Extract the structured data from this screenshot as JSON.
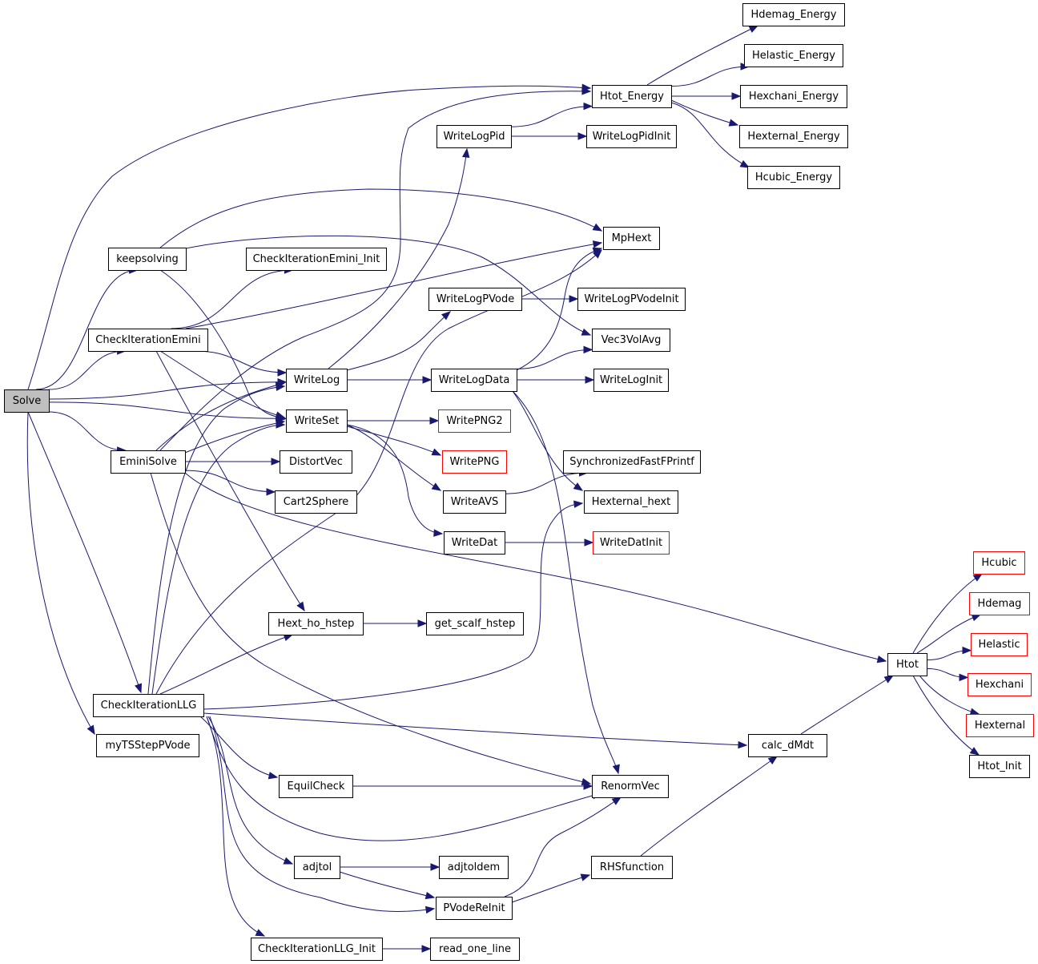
{
  "graph": {
    "colors": {
      "edge": "#191970",
      "node_border": "#000000",
      "truncated_border": "#ff0000",
      "root_fill": "#bfbfbf",
      "background": "#ffffff"
    },
    "nodes": [
      {
        "id": "Solve",
        "label": "Solve",
        "style": "root"
      },
      {
        "id": "Htot_Energy",
        "label": "Htot_Energy"
      },
      {
        "id": "keepsolving",
        "label": "keepsolving"
      },
      {
        "id": "CheckIterationEmini",
        "label": "CheckIterationEmini"
      },
      {
        "id": "WriteLog",
        "label": "WriteLog"
      },
      {
        "id": "WriteSet",
        "label": "WriteSet"
      },
      {
        "id": "EminiSolve",
        "label": "EminiSolve"
      },
      {
        "id": "CheckIterationLLG",
        "label": "CheckIterationLLG"
      },
      {
        "id": "myTSStepPVode",
        "label": "myTSStepPVode"
      },
      {
        "id": "Hdemag_Energy",
        "label": "Hdemag_Energy"
      },
      {
        "id": "Helastic_Energy",
        "label": "Helastic_Energy"
      },
      {
        "id": "Hexchani_Energy",
        "label": "Hexchani_Energy"
      },
      {
        "id": "Hexternal_Energy",
        "label": "Hexternal_Energy"
      },
      {
        "id": "Hcubic_Energy",
        "label": "Hcubic_Energy"
      },
      {
        "id": "MpHext",
        "label": "MpHext"
      },
      {
        "id": "Vec3VolAvg",
        "label": "Vec3VolAvg"
      },
      {
        "id": "CheckIterationEmini_Init",
        "label": "CheckIterationEmini_Init"
      },
      {
        "id": "Hext_ho_hstep",
        "label": "Hext_ho_hstep"
      },
      {
        "id": "WriteLogPid",
        "label": "WriteLogPid"
      },
      {
        "id": "WriteLogPVode",
        "label": "WriteLogPVode"
      },
      {
        "id": "WriteLogData",
        "label": "WriteLogData"
      },
      {
        "id": "WritePNG2",
        "label": "WritePNG2",
        "style": "truncated"
      },
      {
        "id": "WritePNG",
        "label": "WritePNG",
        "style": "truncated"
      },
      {
        "id": "WriteAVS",
        "label": "WriteAVS"
      },
      {
        "id": "WriteDat",
        "label": "WriteDat"
      },
      {
        "id": "DistortVec",
        "label": "DistortVec"
      },
      {
        "id": "Cart2Sphere",
        "label": "Cart2Sphere"
      },
      {
        "id": "Htot",
        "label": "Htot"
      },
      {
        "id": "RenormVec",
        "label": "RenormVec"
      },
      {
        "id": "calc_dMdt",
        "label": "calc_dMdt"
      },
      {
        "id": "EquilCheck",
        "label": "EquilCheck"
      },
      {
        "id": "adjtol",
        "label": "adjtol"
      },
      {
        "id": "PVodeReInit",
        "label": "PVodeReInit"
      },
      {
        "id": "CheckIterationLLG_Init",
        "label": "CheckIterationLLG_Init"
      },
      {
        "id": "WriteLogPidInit",
        "label": "WriteLogPidInit"
      },
      {
        "id": "WriteLogPVodeInit",
        "label": "WriteLogPVodeInit"
      },
      {
        "id": "WriteLogInit",
        "label": "WriteLogInit"
      },
      {
        "id": "Hexternal_hext",
        "label": "Hexternal_hext"
      },
      {
        "id": "SynchronizedFastFPrintf",
        "label": "SynchronizedFastFPrintf"
      },
      {
        "id": "WriteDatInit",
        "label": "WriteDatInit",
        "style": "truncated"
      },
      {
        "id": "get_scalf_hstep",
        "label": "get_scalf_hstep"
      },
      {
        "id": "adjtoldem",
        "label": "adjtoldem"
      },
      {
        "id": "read_one_line",
        "label": "read_one_line"
      },
      {
        "id": "RHSfunction",
        "label": "RHSfunction"
      },
      {
        "id": "Hcubic",
        "label": "Hcubic",
        "style": "truncated"
      },
      {
        "id": "Hdemag",
        "label": "Hdemag",
        "style": "truncated"
      },
      {
        "id": "Helastic",
        "label": "Helastic",
        "style": "truncated"
      },
      {
        "id": "Hexchani",
        "label": "Hexchani",
        "style": "truncated"
      },
      {
        "id": "Hexternal",
        "label": "Hexternal",
        "style": "truncated"
      },
      {
        "id": "Htot_Init",
        "label": "Htot_Init"
      }
    ],
    "edges": [
      [
        "Solve",
        "Htot_Energy"
      ],
      [
        "Solve",
        "keepsolving"
      ],
      [
        "Solve",
        "CheckIterationEmini"
      ],
      [
        "Solve",
        "WriteLog"
      ],
      [
        "Solve",
        "WriteSet"
      ],
      [
        "Solve",
        "EminiSolve"
      ],
      [
        "Solve",
        "CheckIterationLLG"
      ],
      [
        "Solve",
        "myTSStepPVode"
      ],
      [
        "Htot_Energy",
        "Hdemag_Energy"
      ],
      [
        "Htot_Energy",
        "Helastic_Energy"
      ],
      [
        "Htot_Energy",
        "Hexchani_Energy"
      ],
      [
        "Htot_Energy",
        "Hexternal_Energy"
      ],
      [
        "Htot_Energy",
        "Hcubic_Energy"
      ],
      [
        "keepsolving",
        "MpHext"
      ],
      [
        "keepsolving",
        "Vec3VolAvg"
      ],
      [
        "keepsolving",
        "WriteSet"
      ],
      [
        "CheckIterationEmini",
        "CheckIterationEmini_Init"
      ],
      [
        "CheckIterationEmini",
        "MpHext"
      ],
      [
        "CheckIterationEmini",
        "WriteLog"
      ],
      [
        "CheckIterationEmini",
        "WriteSet"
      ],
      [
        "CheckIterationEmini",
        "Hext_ho_hstep"
      ],
      [
        "WriteLog",
        "WriteLogPid"
      ],
      [
        "WriteLog",
        "WriteLogPVode"
      ],
      [
        "WriteLog",
        "WriteLogData"
      ],
      [
        "WriteLogPid",
        "Htot_Energy"
      ],
      [
        "WriteLogPid",
        "WriteLogPidInit"
      ],
      [
        "WriteLogPVode",
        "WriteLogPVodeInit"
      ],
      [
        "WriteLogData",
        "MpHext"
      ],
      [
        "WriteLogData",
        "Vec3VolAvg"
      ],
      [
        "WriteLogData",
        "WriteLogInit"
      ],
      [
        "WriteLogData",
        "Hexternal_hext"
      ],
      [
        "WriteLogData",
        "RenormVec"
      ],
      [
        "WriteSet",
        "WritePNG2"
      ],
      [
        "WriteSet",
        "WritePNG"
      ],
      [
        "WriteSet",
        "WriteAVS"
      ],
      [
        "WriteSet",
        "WriteDat"
      ],
      [
        "WriteAVS",
        "SynchronizedFastFPrintf"
      ],
      [
        "WriteDat",
        "WriteDatInit"
      ],
      [
        "EminiSolve",
        "Htot_Energy"
      ],
      [
        "EminiSolve",
        "WriteLog"
      ],
      [
        "EminiSolve",
        "WriteSet"
      ],
      [
        "EminiSolve",
        "DistortVec"
      ],
      [
        "EminiSolve",
        "Cart2Sphere"
      ],
      [
        "EminiSolve",
        "Htot"
      ],
      [
        "EminiSolve",
        "RenormVec"
      ],
      [
        "CheckIterationLLG",
        "WriteLog"
      ],
      [
        "CheckIterationLLG",
        "WriteSet"
      ],
      [
        "CheckIterationLLG",
        "MpHext"
      ],
      [
        "CheckIterationLLG",
        "Hext_ho_hstep"
      ],
      [
        "CheckIterationLLG",
        "Hexternal_hext"
      ],
      [
        "CheckIterationLLG",
        "calc_dMdt"
      ],
      [
        "CheckIterationLLG",
        "EquilCheck"
      ],
      [
        "CheckIterationLLG",
        "RenormVec"
      ],
      [
        "CheckIterationLLG",
        "adjtol"
      ],
      [
        "CheckIterationLLG",
        "PVodeReInit"
      ],
      [
        "CheckIterationLLG",
        "CheckIterationLLG_Init"
      ],
      [
        "Hext_ho_hstep",
        "get_scalf_hstep"
      ],
      [
        "EquilCheck",
        "RenormVec"
      ],
      [
        "adjtol",
        "adjtoldem"
      ],
      [
        "adjtol",
        "PVodeReInit"
      ],
      [
        "PVodeReInit",
        "RHSfunction"
      ],
      [
        "PVodeReInit",
        "RenormVec"
      ],
      [
        "RHSfunction",
        "calc_dMdt"
      ],
      [
        "calc_dMdt",
        "Htot"
      ],
      [
        "Htot",
        "Hcubic"
      ],
      [
        "Htot",
        "Hdemag"
      ],
      [
        "Htot",
        "Helastic"
      ],
      [
        "Htot",
        "Hexchani"
      ],
      [
        "Htot",
        "Hexternal"
      ],
      [
        "Htot",
        "Htot_Init"
      ],
      [
        "CheckIterationLLG_Init",
        "read_one_line"
      ]
    ]
  }
}
